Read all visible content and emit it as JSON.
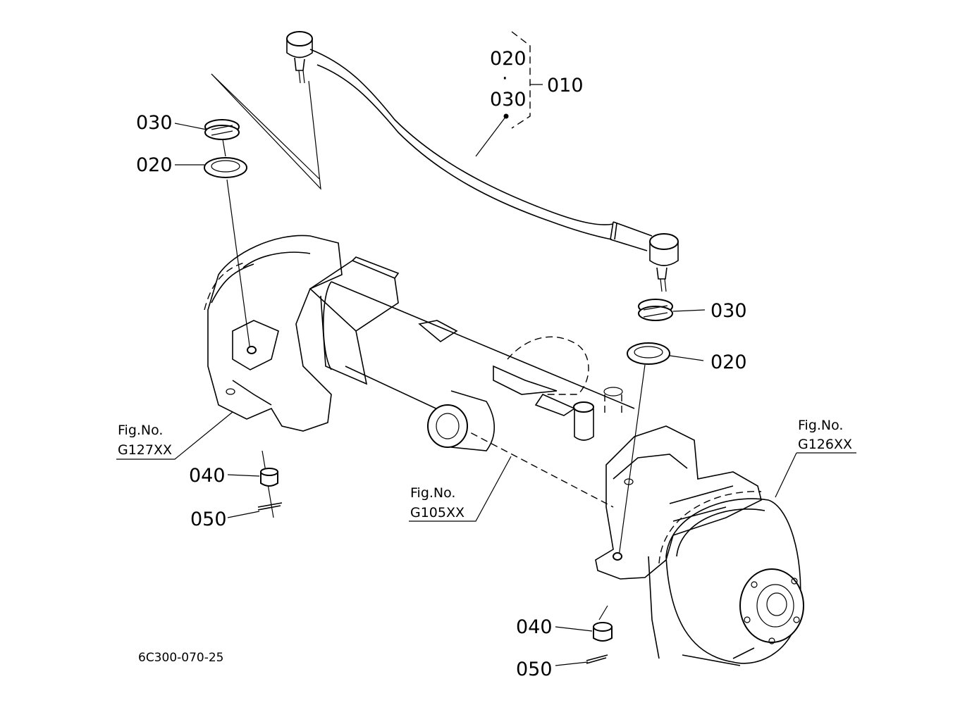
{
  "callouts": {
    "tie_rod_upper_020": "020",
    "tie_rod_upper_dot": "·",
    "tie_rod_upper_030": "030",
    "assembly_010": "010",
    "left_030": "030",
    "left_020": "020",
    "right_030": "030",
    "right_020": "020",
    "left_040": "040",
    "left_050": "050",
    "right_040": "040",
    "right_050": "050"
  },
  "figure_refs": {
    "left_caption": "Fig.No.",
    "left_number": "G127XX",
    "center_caption": "Fig.No.",
    "center_number": "G105XX",
    "right_caption": "Fig.No.",
    "right_number": "G126XX"
  },
  "drawing_code": "6C300-070-25"
}
